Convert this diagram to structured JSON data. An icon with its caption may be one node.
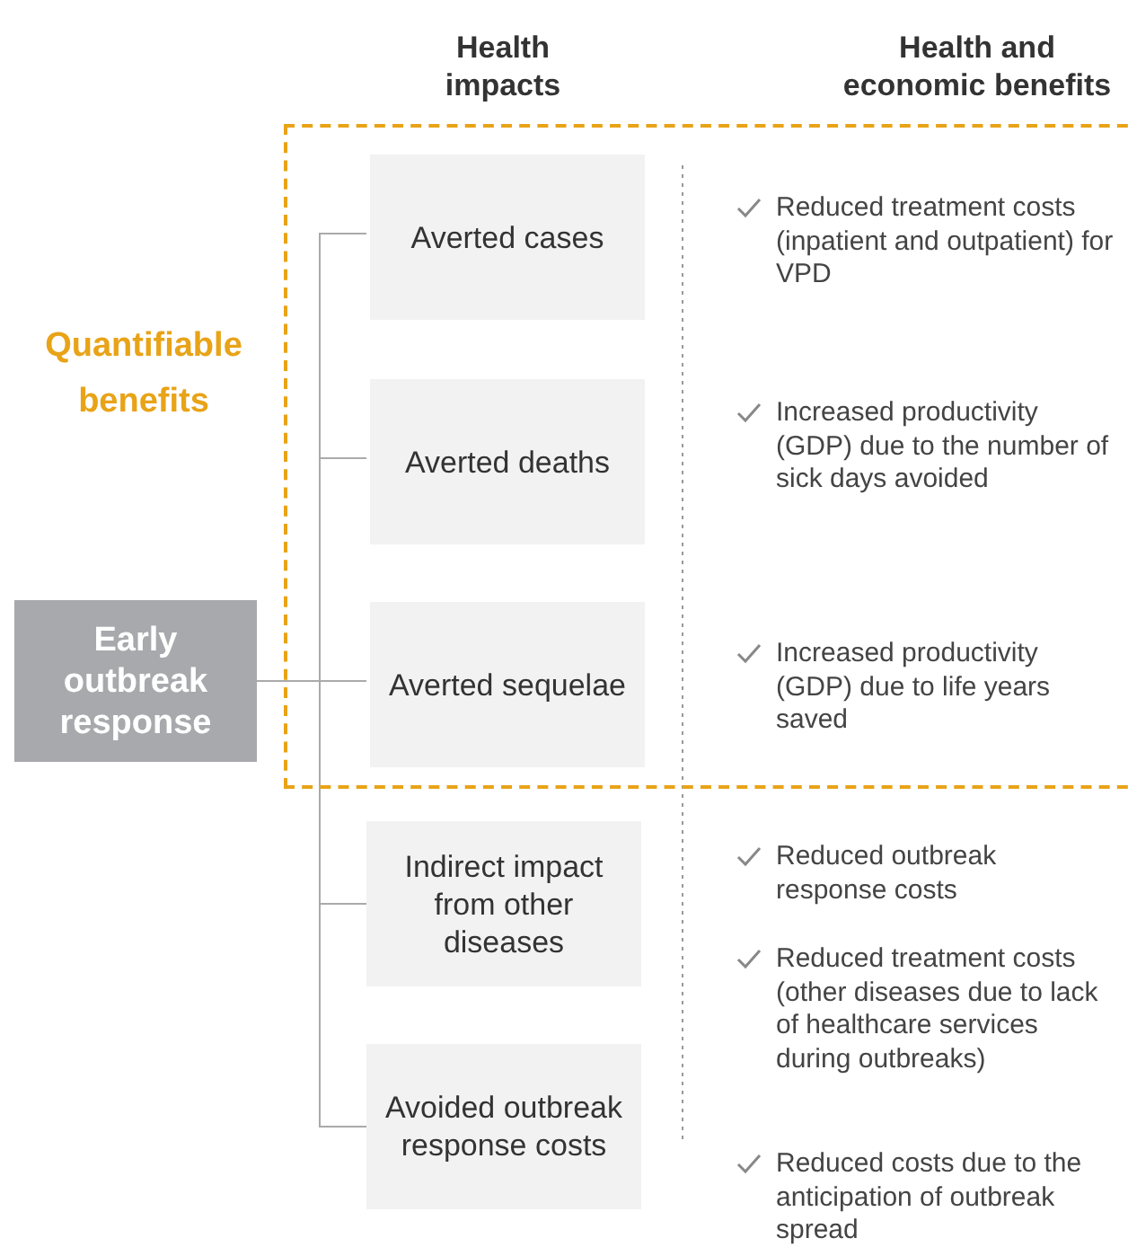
{
  "diagram": {
    "nodes": [
      {
        "text": [
          "Quantifiable benefits"
        ]
      },
      {
        "text": [
          "Early outbreak response"
        ]
      },
      {
        "text": [
          "Averted cases"
        ],
        "in": 0
      },
      {
        "text": [
          "Averted deaths"
        ],
        "in": 0
      },
      {
        "text": [
          "Averted sequelae"
        ],
        "in": 0
      },
      {
        "text": [
          "Indirect impact from other diseases"
        ]
      },
      {
        "text": [
          "Avoided outbreak response costs"
        ]
      }
    ],
    "edges": [
      {
        "from": 1,
        "to": 2,
        "arrow": "none"
      },
      {
        "from": 1,
        "to": 3,
        "arrow": "none"
      },
      {
        "from": 1,
        "to": 4,
        "arrow": "none"
      },
      {
        "from": 1,
        "to": 5,
        "arrow": "none"
      },
      {
        "from": 1,
        "to": 6,
        "arrow": "none"
      }
    ],
    "labels": [
      "Health impacts",
      "Health and economic benefits",
      "Reduced treatment costs (inpatient and outpatient) for VPD",
      "Increased productivity (GDP) due to the number of sick days avoided",
      "Increased productivity (GDP) due to life years saved",
      "Reduced outbreak response costs",
      "Reduced treatment costs (other diseases due to lack of healthcare services during outbreaks)",
      "Reduced costs due to the anticipation of outbreak spread"
    ]
  }
}
